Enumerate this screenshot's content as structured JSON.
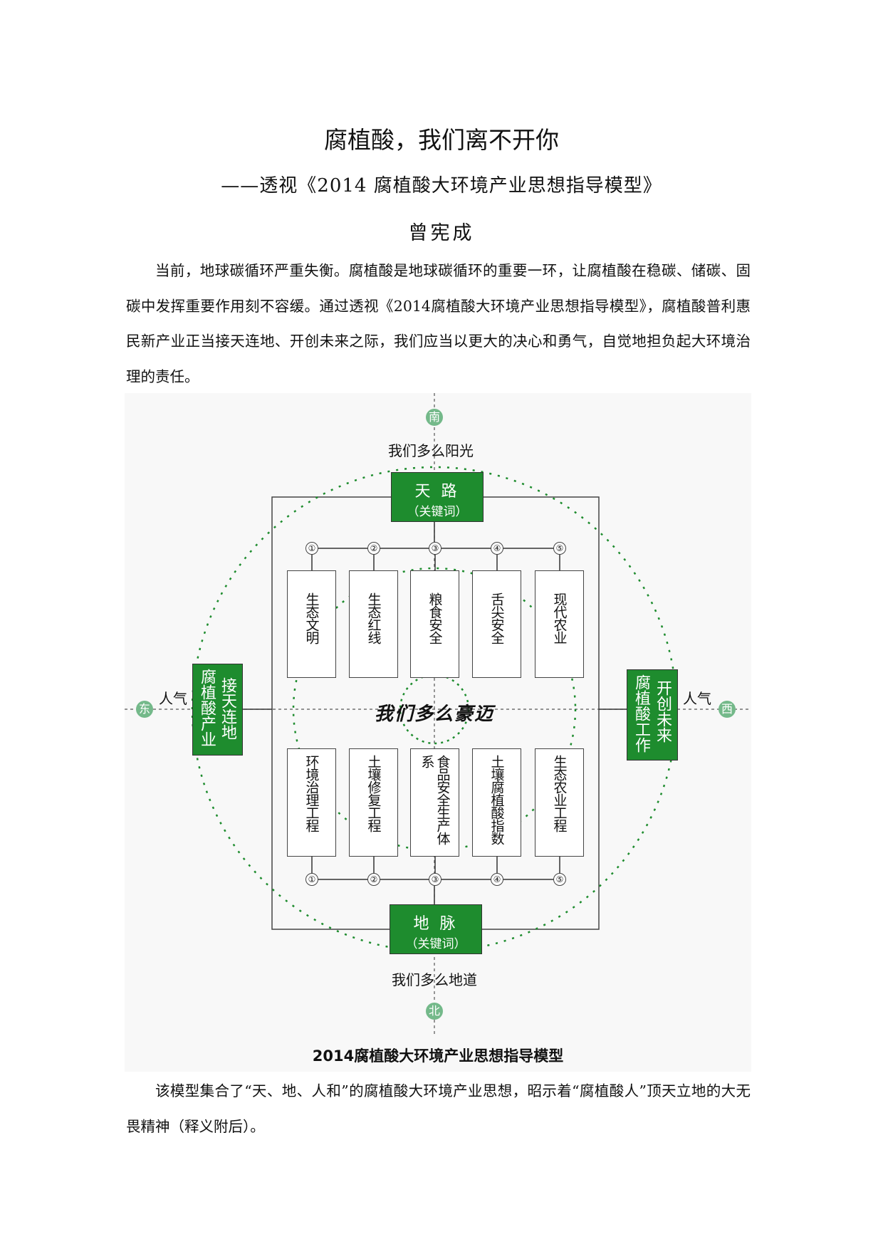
{
  "title": "腐植酸，我们离不开你",
  "subtitle": "——透视《2014 腐植酸大环境产业思想指导模型》",
  "author": "曾宪成",
  "paragraph1": "当前，地球碳循环严重失衡。腐植酸是地球碳循环的重要一环，让腐植酸在稳碳、储碳、固碳中发挥重要作用刻不容缓。通过透视《2014腐植酸大环境产业思想指导模型》，腐植酸普利惠民新产业正当接天连地、开创未来之际，我们应当以更大的决心和勇气，自觉地担负起大环境治理的责任。",
  "paragraph2": "该模型集合了“天、地、人和”的腐植酸大环境产业思想，昭示着“腐植酸人”顶天立地的大无畏精神（释义附后）。",
  "figure": {
    "caption": "2014腐植酸大环境产业思想指导模型",
    "colors": {
      "green": "#1e8c2e",
      "compass": "#74b98a"
    },
    "compass": {
      "south": "南",
      "north": "北",
      "east": "东",
      "west": "西"
    },
    "top_label": "我们多么阳光",
    "bottom_label": "我们多么地道",
    "left_label": "人气",
    "right_label": "人气",
    "center_text": "我们多么豪迈",
    "top_key": {
      "title": "天 路",
      "sub": "（关键词）"
    },
    "bottom_key": {
      "title": "地 脉",
      "sub": "（关键词）"
    },
    "east_box": {
      "col1": "接天连地",
      "col2": "腐植酸产业"
    },
    "west_box": {
      "col1": "开创未来",
      "col2": "腐植酸工作"
    },
    "numbers": [
      "①",
      "②",
      "③",
      "④",
      "⑤"
    ],
    "top_items": [
      "生态文明",
      "生态红线",
      "粮食安全",
      "舌尖安全",
      "现代农业"
    ],
    "bottom_items": [
      "环境治理工程",
      "土壤修复工程",
      "食品安全生产体系",
      "土壤腐植酸指数",
      "生态农业工程"
    ]
  }
}
